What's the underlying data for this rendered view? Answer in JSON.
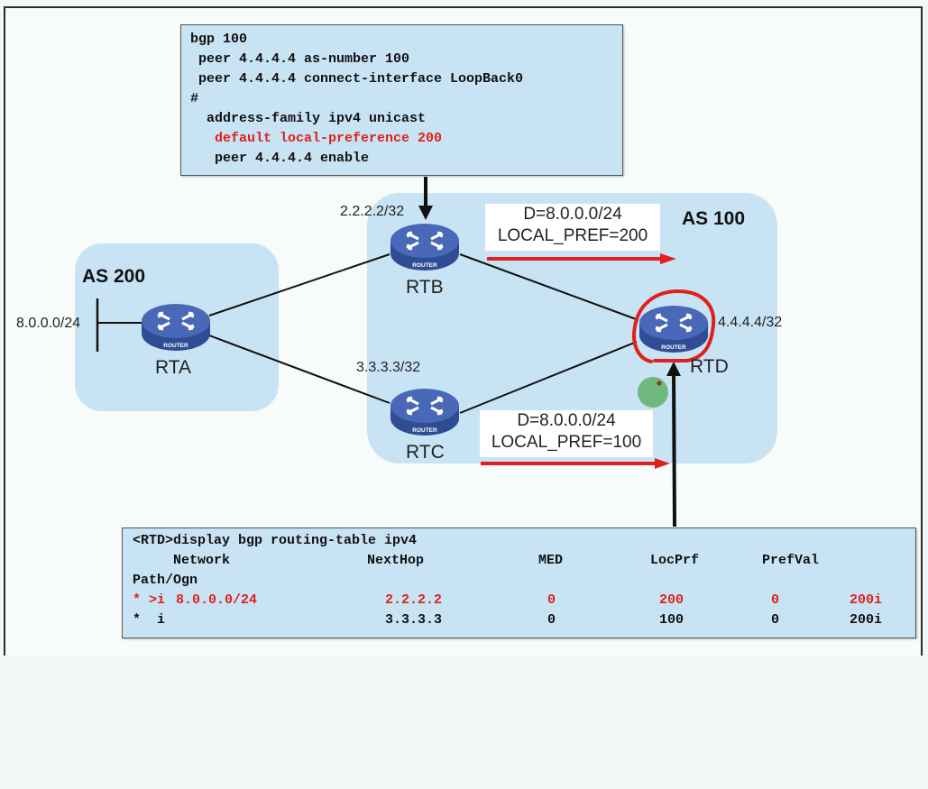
{
  "config_box": {
    "lines": [
      {
        "text": "bgp 100",
        "highlight": false
      },
      {
        "text": " peer 4.4.4.4 as-number 100",
        "highlight": false
      },
      {
        "text": " peer 4.4.4.4 connect-interface LoopBack0",
        "highlight": false
      },
      {
        "text": "#",
        "highlight": false
      },
      {
        "text": "  address-family ipv4 unicast",
        "highlight": false
      },
      {
        "text": "   default local-preference 200",
        "highlight": true
      },
      {
        "text": "   peer 4.4.4.4 enable",
        "highlight": false
      }
    ]
  },
  "autonomous_systems": {
    "as200": {
      "label": "AS 200"
    },
    "as100": {
      "label": "AS 100"
    }
  },
  "routers": {
    "rta": {
      "name": "RTA",
      "icon_text": "ROUTER"
    },
    "rtb": {
      "name": "RTB",
      "icon_text": "ROUTER",
      "address": "2.2.2.2/32"
    },
    "rtc": {
      "name": "RTC",
      "icon_text": "ROUTER",
      "address": "3.3.3.3/32"
    },
    "rtd": {
      "name": "RTD",
      "icon_text": "ROUTER",
      "address": "4.4.4.4/32"
    }
  },
  "network": {
    "prefix": "8.0.0.0/24"
  },
  "advertisements": {
    "via_rtb": {
      "dest": "D=8.0.0.0/24",
      "local_pref": "LOCAL_PREF=200"
    },
    "via_rtc": {
      "dest": "D=8.0.0.0/24",
      "local_pref": "LOCAL_PREF=100"
    }
  },
  "colors": {
    "as_zone": "#c8e4f4",
    "highlight_red": "#e0201c",
    "router_blue": "#3a5aa8",
    "cursor_green": "#5fb06a"
  },
  "routing_table": {
    "command": "<RTD>display bgp routing-table ipv4",
    "headers": {
      "network": "Network",
      "nexthop": "NextHop",
      "med": "MED",
      "locprf": "LocPrf",
      "prefval": "PrefVal",
      "path": "Path/Ogn"
    },
    "rows": [
      {
        "flags": "* >i",
        "network": "8.0.0.0/24",
        "nexthop": "2.2.2.2",
        "med": "0",
        "locprf": "200",
        "prefval": "0",
        "path": "200i",
        "highlight": true
      },
      {
        "flags": "*  i",
        "network": "",
        "nexthop": "3.3.3.3",
        "med": "0",
        "locprf": "100",
        "prefval": "0",
        "path": "200i",
        "highlight": false
      }
    ]
  }
}
